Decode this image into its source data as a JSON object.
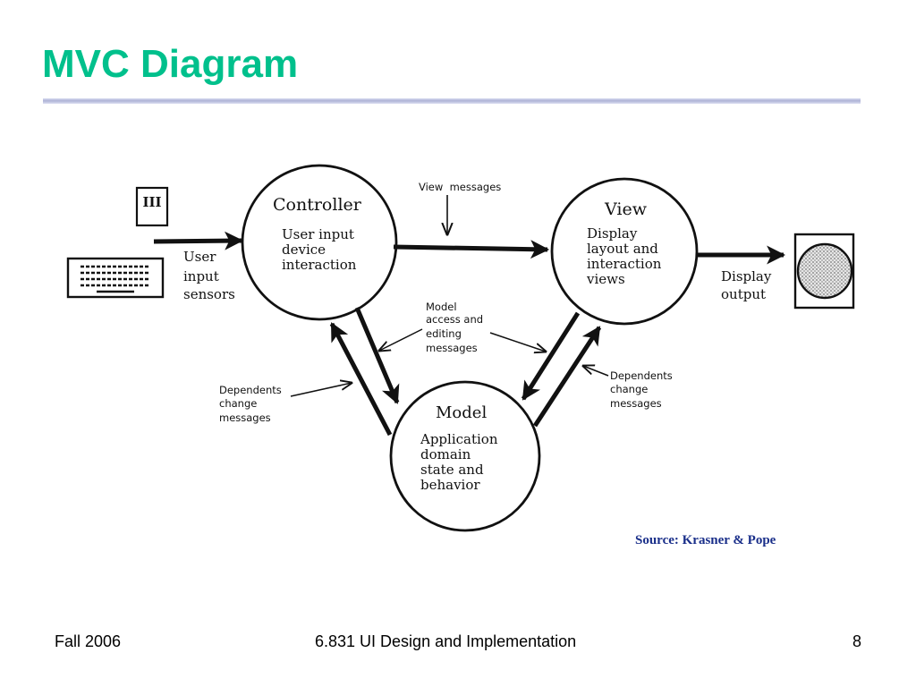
{
  "slide": {
    "title": "MVC Diagram",
    "source": "Source: Krasner & Pope"
  },
  "diagram": {
    "nodes": {
      "controller": {
        "title": "Controller",
        "lines": [
          "User input",
          "device",
          "interaction"
        ]
      },
      "view": {
        "title": "View",
        "lines": [
          "Display",
          "layout and",
          "interaction",
          "views"
        ]
      },
      "model": {
        "title": "Model",
        "lines": [
          "Application",
          "domain",
          "state and",
          "behavior"
        ]
      }
    },
    "labels": {
      "user_input_sensors": [
        "User",
        "input",
        "sensors"
      ],
      "view_messages": "View  messages",
      "model_messages": [
        "Model",
        "access and",
        "editing",
        "messages"
      ],
      "dependents_left": [
        "Dependents",
        "change",
        "messages"
      ],
      "dependents_right": [
        "Dependents",
        "change",
        "messages"
      ],
      "display_output": [
        "Display",
        "output"
      ],
      "terminal_glyph": "III"
    }
  },
  "footer": {
    "left": "Fall 2006",
    "center": "6.831 UI Design and Implementation",
    "right": "8"
  }
}
